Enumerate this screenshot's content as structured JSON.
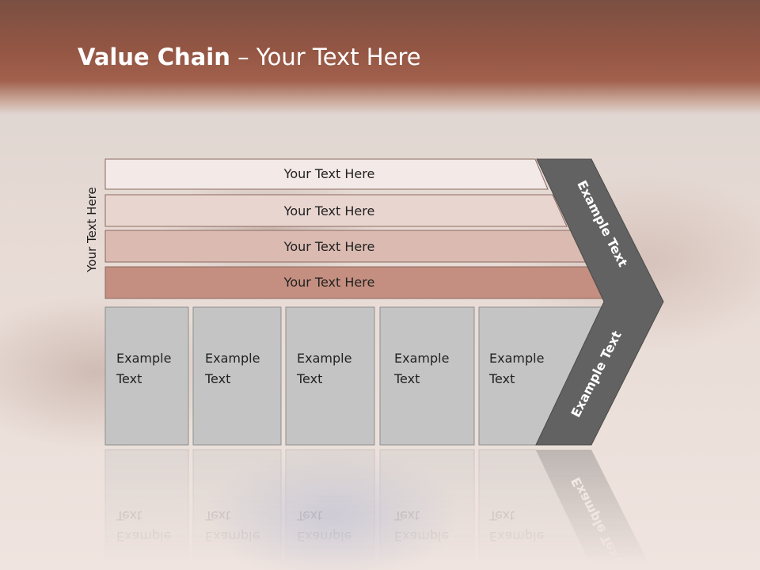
{
  "title": {
    "bold": "Value Chain",
    "rest": " – Your Text Here"
  },
  "side_label": "Your Text Here",
  "bars": [
    {
      "label": "Your Text Here",
      "color": "#f3e9e6"
    },
    {
      "label": "Your Text Here",
      "color": "#e9d5cf"
    },
    {
      "label": "Your Text Here",
      "color": "#dbbbb1"
    },
    {
      "label": "Your Text Here",
      "color": "#c48f80"
    }
  ],
  "columns": [
    {
      "line1": "Example",
      "line2": "Text"
    },
    {
      "line1": "Example",
      "line2": "Text"
    },
    {
      "line1": "Example",
      "line2": "Text"
    },
    {
      "line1": "Example",
      "line2": "Text"
    },
    {
      "line1": "Example",
      "line2": "Text"
    }
  ],
  "arrow_labels": {
    "upper": "Example Text",
    "lower": "Example Text"
  },
  "colors": {
    "column_fill": "#c4c4c4",
    "chevron_fill": "#626262",
    "header": "#955644"
  }
}
